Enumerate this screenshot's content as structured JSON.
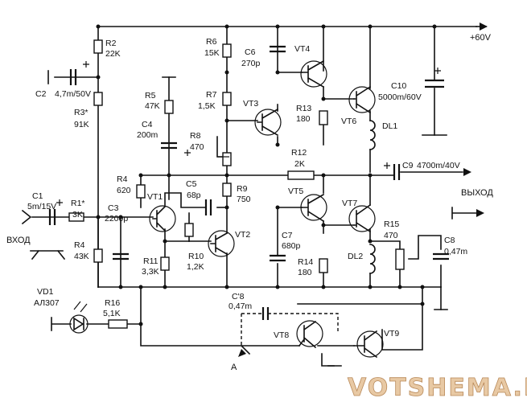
{
  "rails": {
    "vplus": "+60V"
  },
  "io": {
    "input": "ВХОД",
    "output": "ВЫХОД",
    "node_a": "A"
  },
  "components": {
    "r2": {
      "ref": "R2",
      "value": "22K"
    },
    "r3": {
      "ref": "R3*",
      "value": "91K"
    },
    "r4a": {
      "ref": "R4",
      "value": "620"
    },
    "r4b": {
      "ref": "R4",
      "value": "43K"
    },
    "r1": {
      "ref": "R1*",
      "value": "3K"
    },
    "r5": {
      "ref": "R5",
      "value": "47K"
    },
    "r6": {
      "ref": "R6",
      "value": "15K"
    },
    "r7": {
      "ref": "R7",
      "value": "1,5K"
    },
    "r8": {
      "ref": "R8",
      "value": "470"
    },
    "r9": {
      "ref": "R9",
      "value": "750"
    },
    "r10": {
      "ref": "R10",
      "value": "1,2K"
    },
    "r11": {
      "ref": "R11",
      "value": "3,3K"
    },
    "r12": {
      "ref": "R12",
      "value": "2K"
    },
    "r13": {
      "ref": "R13",
      "value": "180"
    },
    "r14": {
      "ref": "R14",
      "value": "180"
    },
    "r15": {
      "ref": "R15",
      "value": "470"
    },
    "r16": {
      "ref": "R16",
      "value": "5,1K"
    },
    "c1": {
      "ref": "C1",
      "value": "5m/15V"
    },
    "c2": {
      "ref": "C2",
      "value": "4,7m/50V"
    },
    "c3": {
      "ref": "C3",
      "value": "2200p"
    },
    "c4": {
      "ref": "C4",
      "value": "200m"
    },
    "c5": {
      "ref": "C5",
      "value": "68p"
    },
    "c6": {
      "ref": "C6",
      "value": "270p"
    },
    "c7": {
      "ref": "C7",
      "value": "680p"
    },
    "c8": {
      "ref": "C8",
      "value": "0,47m"
    },
    "c8b": {
      "ref": "C'8",
      "value": "0,47m"
    },
    "c9": {
      "ref": "C9",
      "value": "4700m/40V"
    },
    "c10": {
      "ref": "C10",
      "value": "5000m/60V"
    },
    "vt1": "VT1",
    "vt2": "VT2",
    "vt3": "VT3",
    "vt4": "VT4",
    "vt5": "VT5",
    "vt6": "VT6",
    "vt7": "VT7",
    "vt8": "VT8",
    "vt9": "VT9",
    "dl1": "DL1",
    "dl2": "DL2",
    "vd1": {
      "ref": "VD1",
      "value": "АЛ307"
    }
  },
  "watermark": "VOTSHEMA.RU"
}
